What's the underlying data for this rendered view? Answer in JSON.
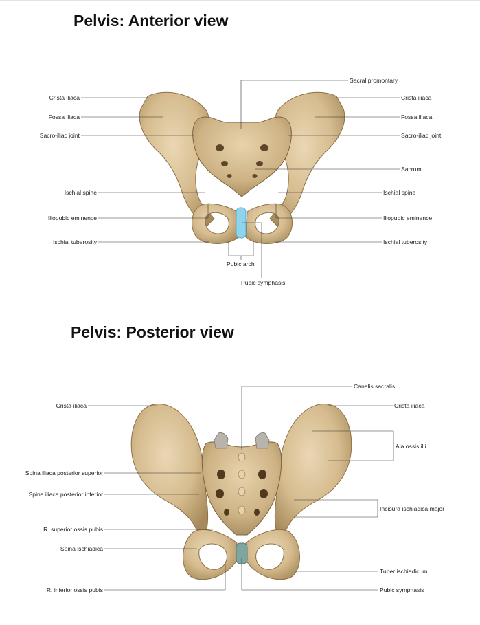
{
  "anterior": {
    "title": "Pelvis: Anterior view",
    "labels": {
      "crista_iliaca_left": "Crista iliaca",
      "fossa_iliaca_left": "Fossa iliaca",
      "sacroiliac_left": "Sacro-iliac joint",
      "ischial_spine_left": "Ischial spine",
      "iliopubic_left": "Iliopubic eminence",
      "ischial_tuberosity_left": "Ischial tuberosity",
      "sacral_promontary": "Sacral promontary",
      "crista_iliaca_right": "Crista iliaca",
      "fossa_iliaca_right": "Fossa iliaca",
      "sacroiliac_right": "Sacro-iliac joint",
      "sacrum": "Sacrum",
      "ischial_spine_right": "Ischial spine",
      "iliopubic_right": "Iliopubic eminence",
      "ischial_tuberosity_right": "Ischial tuberosity",
      "pubic_arch": "Pubic arch",
      "pubic_symphasis": "Pubic symphasis"
    }
  },
  "posterior": {
    "title": "Pelvis: Posterior view",
    "labels": {
      "canalis_sacralis": "Canalis sacralis",
      "crista_iliaca_left": "Crista iliaca",
      "crista_iliaca_right": "Crista iliaca",
      "ala_ossis_ilii": "Ala ossis ilii",
      "spina_post_sup": "Spina iliaca posterior superior",
      "spina_post_inf": "Spina iliaca posterior inferior",
      "incisura": "Incisura ischiadica major",
      "r_superior": "R. superior ossis pubis",
      "spina_ischiadica": "Spina ischiadica",
      "tuber": "Tuber ischiadicum",
      "r_inferior": "R. inferior ossis pubis",
      "pubic_symphasis": "Pubic symphasis"
    }
  },
  "colors": {
    "bone": "#d9c29a",
    "bone_shadow": "#a88c5e",
    "bone_dark": "#6f5634",
    "cartilage_anterior": "#8fd3ec",
    "cartilage_posterior": "#7fa5a0",
    "leader": "#333333"
  }
}
